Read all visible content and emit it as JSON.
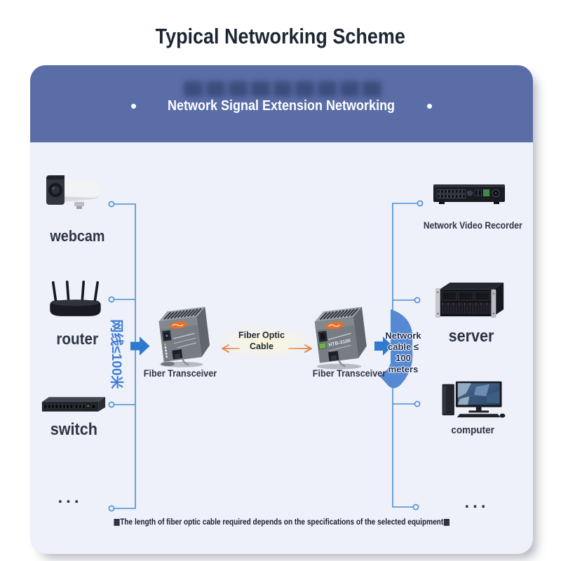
{
  "page": {
    "title": "Typical Networking Scheme"
  },
  "panel": {
    "header": {
      "title": "Network Signal Extension Networking"
    }
  },
  "left_column": {
    "devices": [
      {
        "label": "webcam"
      },
      {
        "label": "router"
      },
      {
        "label": "switch"
      },
      {
        "label": "..."
      }
    ],
    "cable_note": "网线≤100米"
  },
  "middle": {
    "left_transceiver_label": "Fiber Transceiver",
    "right_transceiver_label": "Fiber Transceiver",
    "right_transceiver_model": "HTB-3100",
    "fiber_cable_line1": "Fiber Optic",
    "fiber_cable_line2": "Cable"
  },
  "right_column": {
    "devices": [
      {
        "label": "Network Video Recorder"
      },
      {
        "label": "server"
      },
      {
        "label": "computer"
      },
      {
        "label": "..."
      }
    ],
    "cable_note_lines": [
      "Network",
      "cable ≤",
      "100",
      "meters"
    ]
  },
  "footer": {
    "note": "▦The length of fiber optic cable required depends on the specifications of the selected equipment▦"
  },
  "colors": {
    "header_band": "#5a6da6",
    "panel_bg": "#eef0fa",
    "connector_blue": "#4a8fd3",
    "arrow_blue": "#2e7ace",
    "cable_text_blue": "#3f7ed2",
    "orange_arrow": "#dd7f42",
    "swoosh_blue": "#4a7fd0"
  }
}
